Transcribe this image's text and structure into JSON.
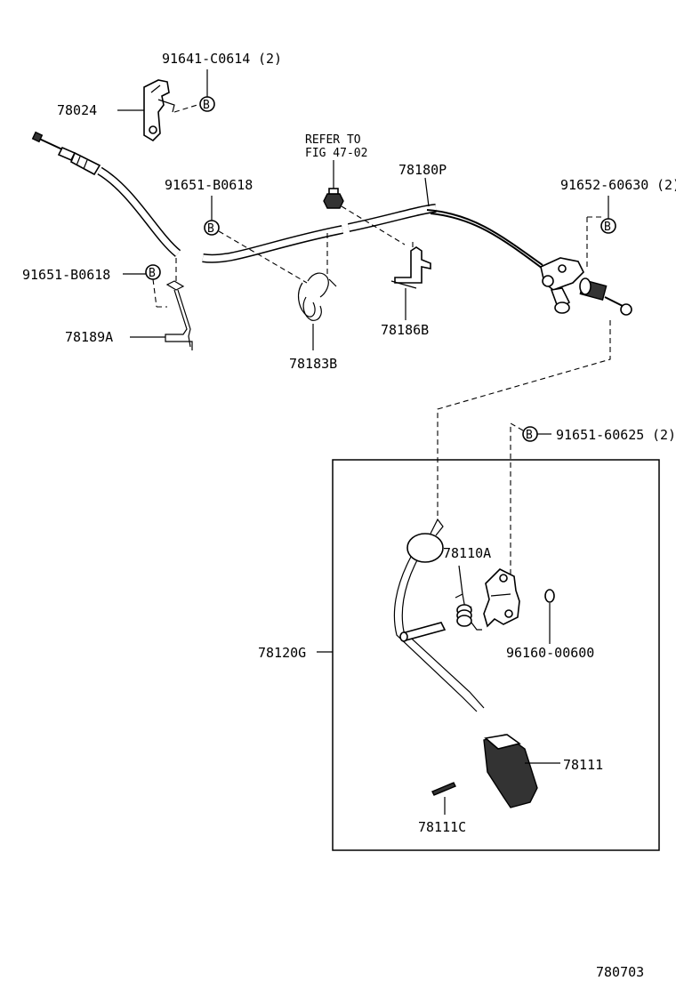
{
  "parts": {
    "p_91641": "91641-C0614",
    "p_91641_qty": "(2)",
    "p_78024": "78024",
    "p_refer_1": "REFER TO",
    "p_refer_2": "FIG 47-02",
    "p_78180p": "78180P",
    "p_91651_top": "91651-B0618",
    "p_91652": "91652-60630",
    "p_91652_qty": "(2)",
    "p_91651_left": "91651-B0618",
    "p_78189a": "78189A",
    "p_78183b": "78183B",
    "p_78186b": "78186B",
    "p_91651_60625": "91651-60625",
    "p_91651_60625_qty": "(2)",
    "p_78110a": "78110A",
    "p_78120g": "78120G",
    "p_96160": "96160-00600",
    "p_78111": "78111",
    "p_78111c": "78111C",
    "bolt_mark": "B",
    "figure_id": "780703"
  }
}
